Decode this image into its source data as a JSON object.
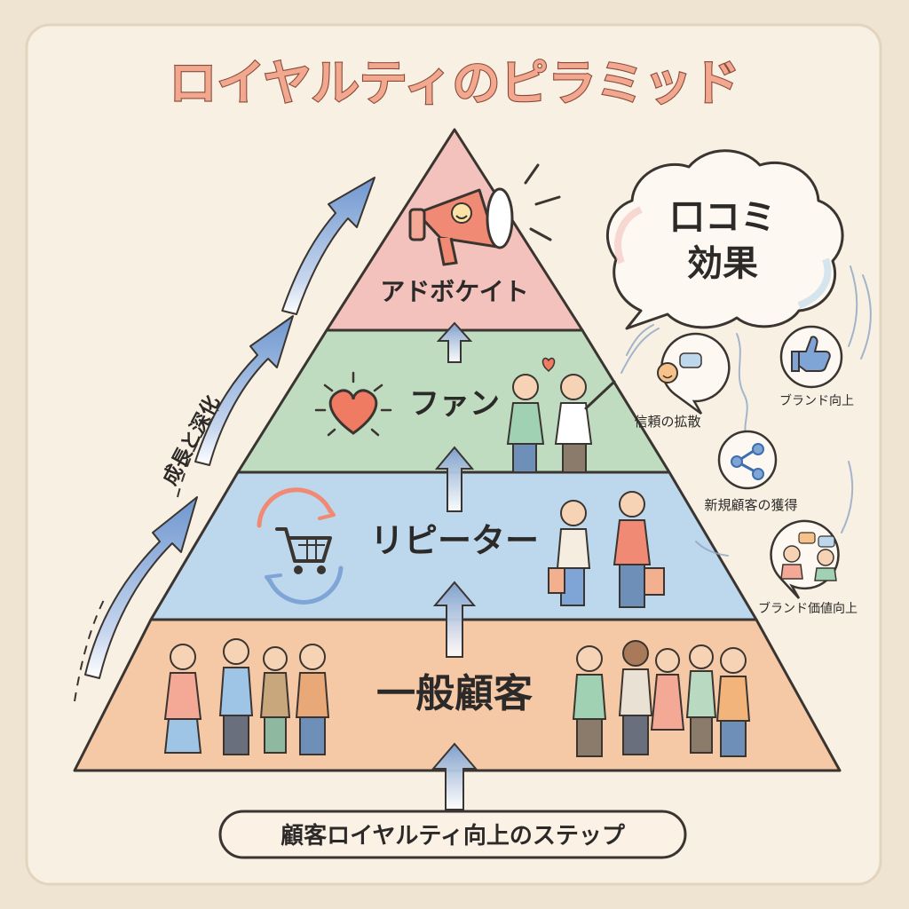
{
  "title": "ロイヤルティのピラミッド",
  "arrow_label": "成長と深化",
  "footer": "顧客ロイヤルティ向上のステップ",
  "tiers": [
    {
      "label": "アドボケイト",
      "color": "#f4c2bd",
      "icon": "megaphone-icon"
    },
    {
      "label": "ファン",
      "color": "#bfdcc0",
      "icon": "heart-icon"
    },
    {
      "label": "リピーター",
      "color": "#bdd7ec",
      "icon": "shopping-cart-icon"
    },
    {
      "label": "一般顧客",
      "color": "#f6c9a6",
      "icon": "crowd-icon"
    }
  ],
  "word_of_mouth": {
    "title_line1": "口コミ",
    "title_line2": "効果",
    "effects": [
      {
        "label": "信頼の拡散",
        "icon": "chat-smile-icon"
      },
      {
        "label": "ブランド向上",
        "icon": "thumbs-up-icon"
      },
      {
        "label": "新規顧客の獲得",
        "icon": "share-icon"
      },
      {
        "label": "ブランド価値向上",
        "icon": "conversation-icon"
      }
    ]
  },
  "colors": {
    "background": "#efe4d2",
    "paper": "#f8f0e3",
    "title": "#f2a78f",
    "title_outline": "#8a4b3a",
    "growth_arrow": "#7fa4d6"
  }
}
